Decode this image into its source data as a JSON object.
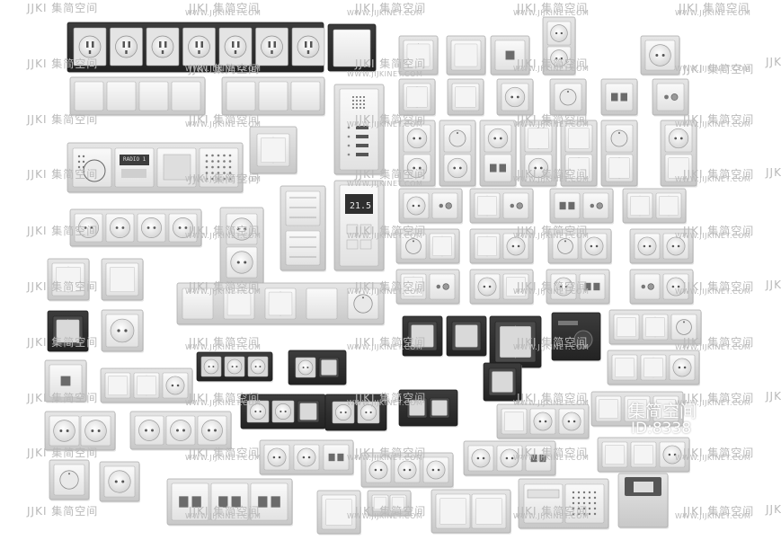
{
  "watermark": {
    "brand_cn": "JJKI 集简空间",
    "url": "WWW.JIJKINET.COM",
    "big_cn": "集简空间",
    "id_label": "ID:8338",
    "side_mark": "JJK"
  },
  "product_labels": {
    "radio_display": "RADIO 1",
    "thermostat_display": "21.5"
  },
  "colors": {
    "background": "#ffffff",
    "frame_light": "#d4d4d4",
    "frame_dark": "#2e2e2e",
    "insert_white": "#f0f0f0",
    "socket_hole": "#555555"
  }
}
